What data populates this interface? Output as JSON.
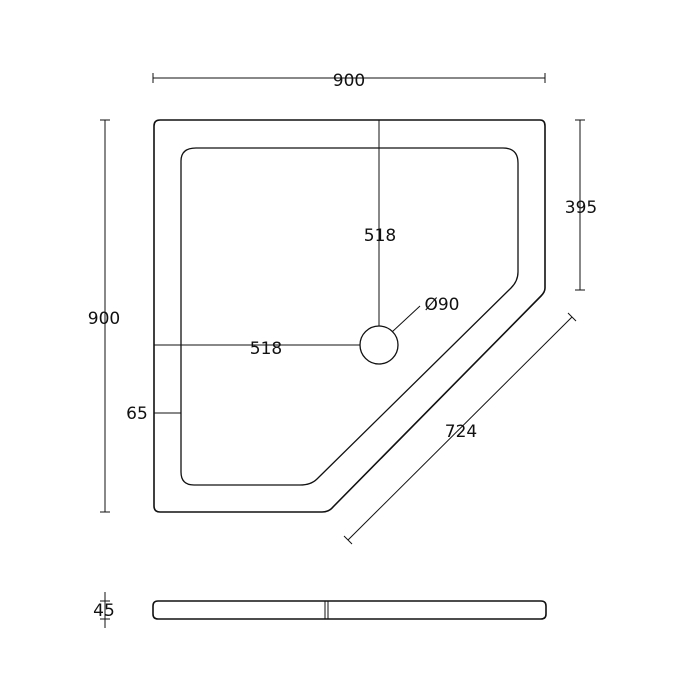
{
  "dimensions": {
    "overall_width": "900",
    "overall_depth": "900",
    "side_length": "395",
    "waste_offset_vertical": "518",
    "waste_offset_horizontal": "518",
    "waste_diameter": "Ø90",
    "angled_edge": "724",
    "rim_width": "65",
    "tray_height": "45"
  },
  "colors": {
    "line": "#111111",
    "background": "#ffffff"
  }
}
